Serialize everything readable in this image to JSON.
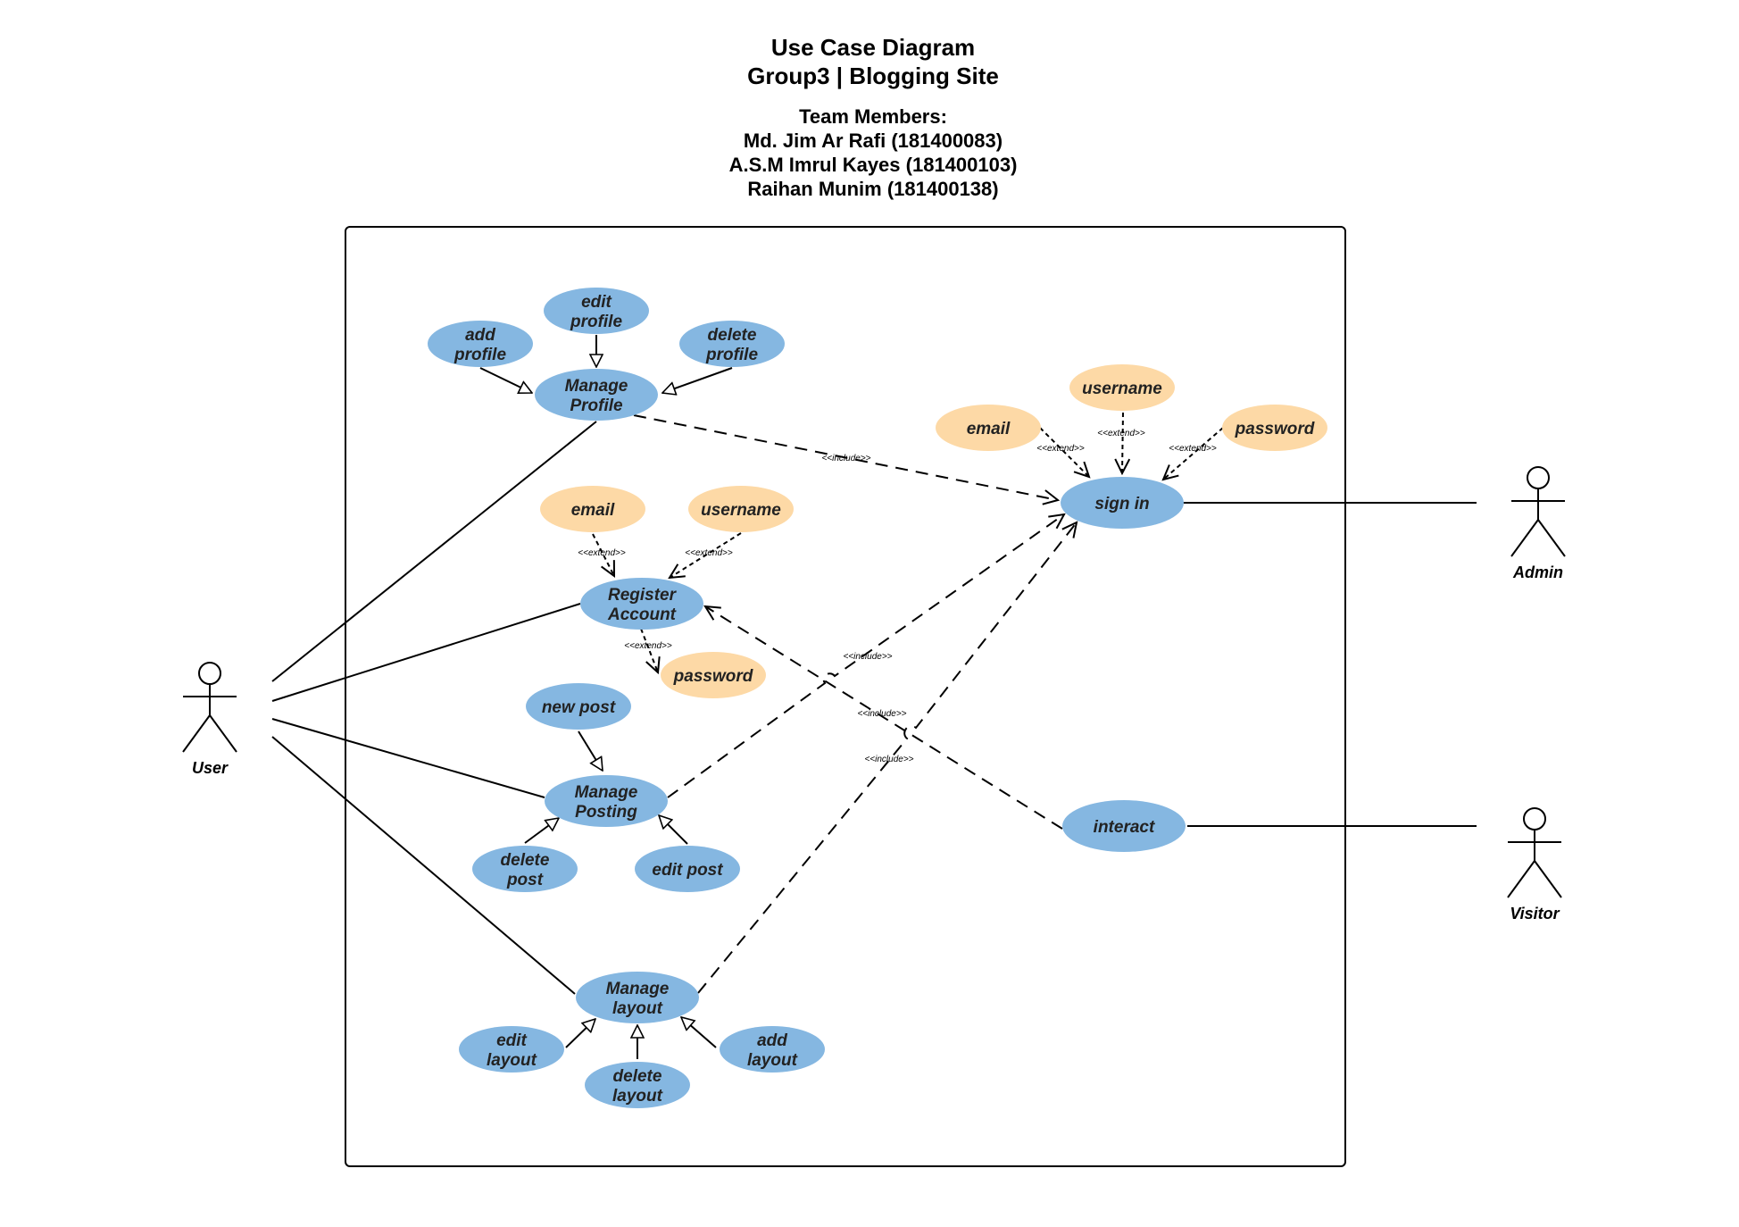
{
  "title": {
    "line1": "Use Case Diagram",
    "line2": "Group3 | Blogging Site"
  },
  "team": {
    "heading": "Team Members:",
    "members": [
      "Md. Jim Ar Rafi (181400083)",
      "A.S.M Imrul Kayes (181400103)",
      "Raihan Munim (181400138)"
    ]
  },
  "actors": {
    "user": "User",
    "admin": "Admin",
    "visitor": "Visitor"
  },
  "use_cases": {
    "add_profile": [
      "add",
      "profile"
    ],
    "edit_profile": [
      "edit",
      "profile"
    ],
    "delete_profile": [
      "delete",
      "profile"
    ],
    "manage_profile": [
      "Manage",
      "Profile"
    ],
    "register_account": [
      "Register",
      "Account"
    ],
    "new_post": [
      "new post"
    ],
    "manage_posting": [
      "Manage",
      "Posting"
    ],
    "delete_post": [
      "delete",
      "post"
    ],
    "edit_post": [
      "edit post"
    ],
    "manage_layout": [
      "Manage",
      "layout"
    ],
    "edit_layout": [
      "edit",
      "layout"
    ],
    "delete_layout": [
      "delete",
      "layout"
    ],
    "add_layout": [
      "add",
      "layout"
    ],
    "sign_in": [
      "sign in"
    ],
    "interact": [
      "interact"
    ]
  },
  "attributes": {
    "reg_email": "email",
    "reg_username": "username",
    "reg_password": "password",
    "signin_email": "email",
    "signin_username": "username",
    "signin_password": "password"
  },
  "stereotypes": {
    "extend": "<<extend>>",
    "include": "<<include>>"
  },
  "colors": {
    "use_case_fill": "#85b7e1",
    "attribute_fill": "#fdd9a6",
    "line": "#000000"
  }
}
